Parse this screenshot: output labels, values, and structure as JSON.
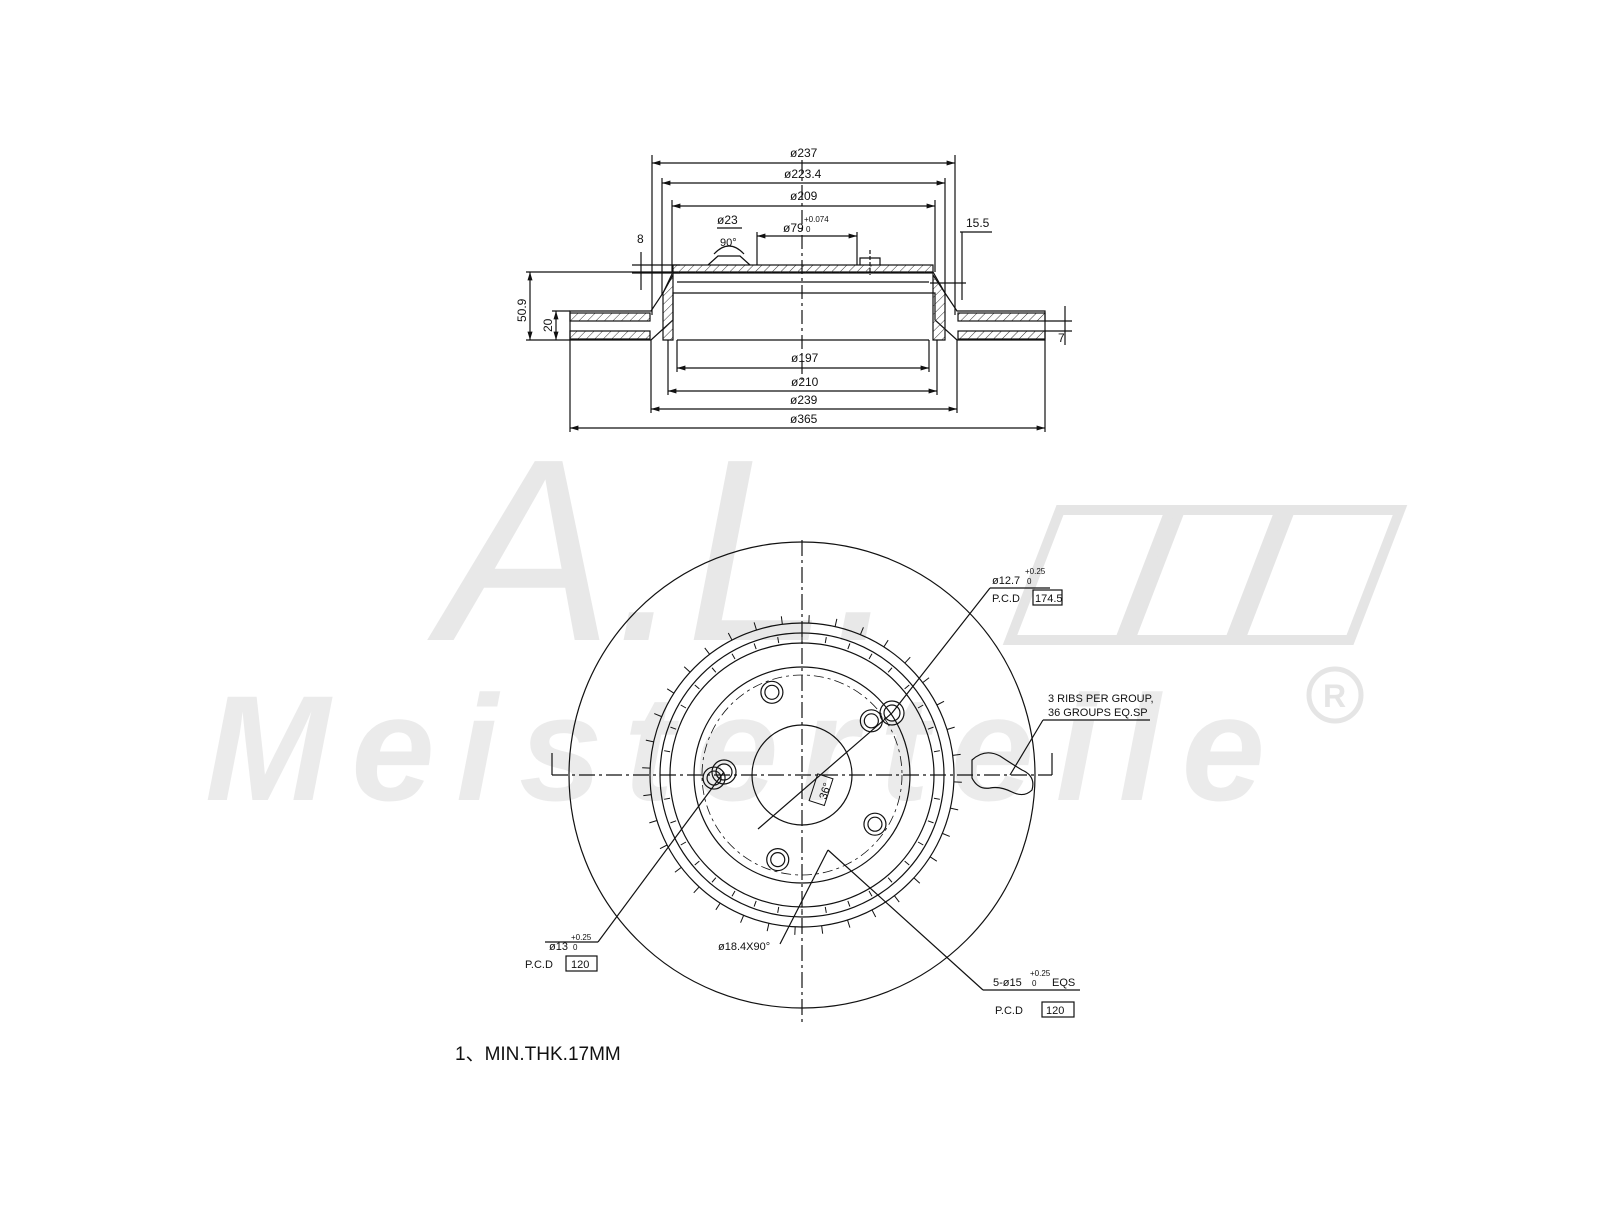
{
  "watermark": {
    "brand_line_1": "A.L.",
    "brand_line_2": "Meisterteile",
    "registered_mark": "R",
    "color": "#d9d9d9"
  },
  "colors": {
    "line": "#111111",
    "hatch": "#333333",
    "watermark": "#dedede"
  },
  "section_view": {
    "dimensions": {
      "d237": "ø237",
      "d223_4": "ø223.4",
      "d209": "ø209",
      "d23": "ø23",
      "angle90": "90°",
      "d79": "ø79",
      "d79_tol_upper": "+0.074",
      "d79_tol_lower": "0",
      "thick8": "8",
      "offset15_5": "15.5",
      "height50_9": "50.9",
      "height20": "20",
      "small7": "7",
      "d197": "ø197",
      "d210": "ø210",
      "d239": "ø239",
      "d365": "ø365"
    }
  },
  "front_view": {
    "callouts": {
      "pin_dia": "ø12.7",
      "pin_tol_upper": "+0.25",
      "pin_tol_lower": "0",
      "pin_pcd_label": "P.C.D",
      "pin_pcd_value": "174.5",
      "ribs_line1": "3 RIBS PER GROUP,",
      "ribs_line2": "36 GROUPS EQ.SP",
      "angle36": "36°",
      "hole13_dia": "ø13",
      "hole13_tol_upper": "+0.25",
      "hole13_tol_lower": "0",
      "hole13_pcd_label": "P.C.D",
      "hole13_pcd_value": "120",
      "chamfer": "ø18.4X90°",
      "bolt_prefix": "5-ø15",
      "bolt_tol_upper": "+0.25",
      "bolt_tol_lower": "0",
      "bolt_suffix": "EQS",
      "bolt_pcd_label": "P.C.D",
      "bolt_pcd_value": "120"
    }
  },
  "footnote": "1、MIN.THK.17MM"
}
